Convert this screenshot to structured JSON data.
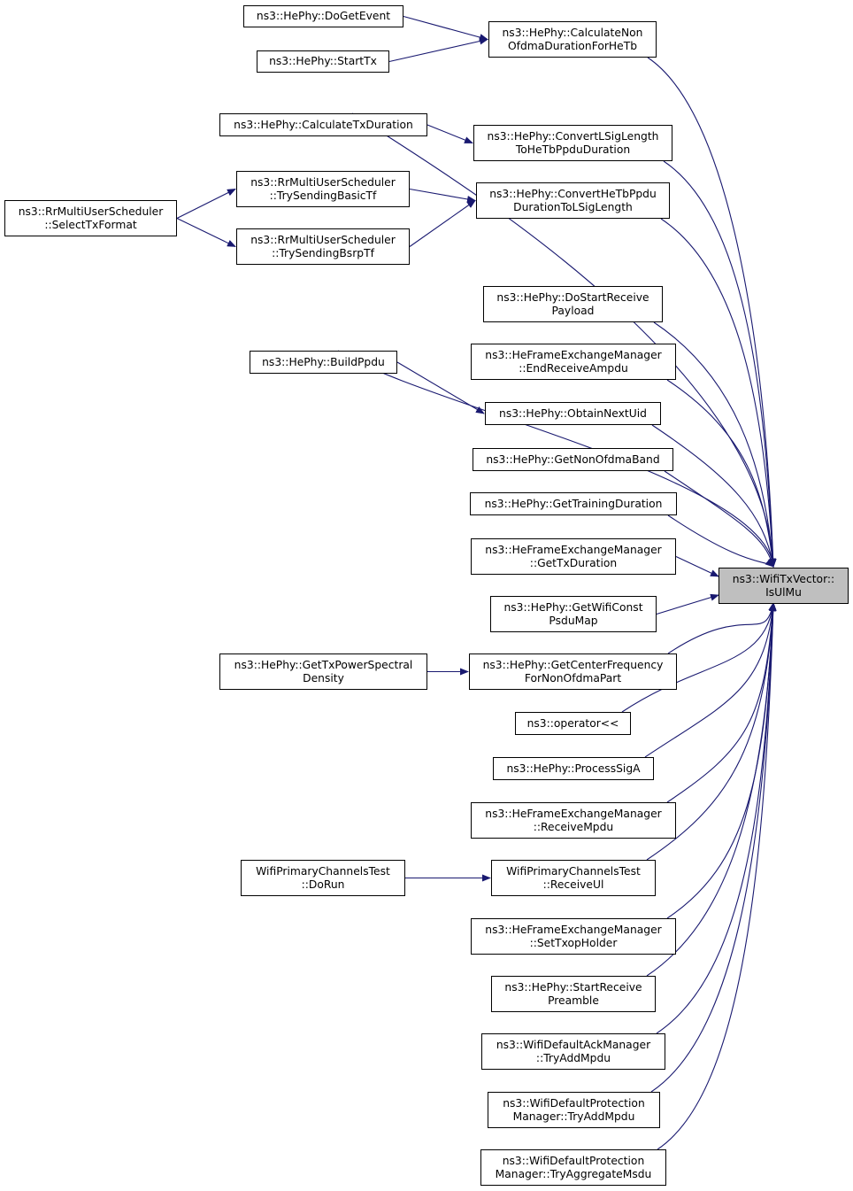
{
  "colors": {
    "edge": "#191970",
    "node_border": "#000000",
    "node_fill": "#ffffff",
    "focus_fill": "#bfbfbf"
  },
  "nodes": {
    "isulmu": {
      "lines": [
        "ns3::WifiTxVector::",
        "IsUlMu"
      ],
      "focus": true
    },
    "calcnonofdma": {
      "lines": [
        "ns3::HePhy::CalculateNon",
        "OfdmaDurationForHeTb"
      ]
    },
    "dogetevent": {
      "lines": [
        "ns3::HePhy::DoGetEvent"
      ]
    },
    "starttx": {
      "lines": [
        "ns3::HePhy::StartTx"
      ]
    },
    "calctxduration": {
      "lines": [
        "ns3::HePhy::CalculateTxDuration"
      ]
    },
    "convertlsig": {
      "lines": [
        "ns3::HePhy::ConvertLSigLength",
        "ToHeTbPpduDuration"
      ]
    },
    "convertheTb": {
      "lines": [
        "ns3::HePhy::ConvertHeTbPpdu",
        "DurationToLSigLength"
      ]
    },
    "trybasictf": {
      "lines": [
        "ns3::RrMultiUserScheduler",
        "::TrySendingBasicTf"
      ]
    },
    "trybsrptf": {
      "lines": [
        "ns3::RrMultiUserScheduler",
        "::TrySendingBsrpTf"
      ]
    },
    "selecttxformat": {
      "lines": [
        "ns3::RrMultiUserScheduler",
        "::SelectTxFormat"
      ]
    },
    "buildppdu": {
      "lines": [
        "ns3::HePhy::BuildPpdu"
      ]
    },
    "dostartreceive": {
      "lines": [
        "ns3::HePhy::DoStartReceive",
        "Payload"
      ]
    },
    "endreceiveampdu": {
      "lines": [
        "ns3::HeFrameExchangeManager",
        "::EndReceiveAmpdu"
      ]
    },
    "obtainnextuid": {
      "lines": [
        "ns3::HePhy::ObtainNextUid"
      ]
    },
    "getnonofdmaband": {
      "lines": [
        "ns3::HePhy::GetNonOfdmaBand"
      ]
    },
    "gettrainingduration": {
      "lines": [
        "ns3::HePhy::GetTrainingDuration"
      ]
    },
    "gettxduration": {
      "lines": [
        "ns3::HeFrameExchangeManager",
        "::GetTxDuration"
      ]
    },
    "getwificonst": {
      "lines": [
        "ns3::HePhy::GetWifiConst",
        "PsduMap"
      ]
    },
    "getcenterfreq": {
      "lines": [
        "ns3::HePhy::GetCenterFrequency",
        "ForNonOfdmaPart"
      ]
    },
    "gettxpower": {
      "lines": [
        "ns3::HePhy::GetTxPowerSpectral",
        "Density"
      ]
    },
    "operator": {
      "lines": [
        "ns3::operator<<"
      ]
    },
    "processsiga": {
      "lines": [
        "ns3::HePhy::ProcessSigA"
      ]
    },
    "receivempdu": {
      "lines": [
        "ns3::HeFrameExchangeManager",
        "::ReceiveMpdu"
      ]
    },
    "receiveul": {
      "lines": [
        "WifiPrimaryChannelsTest",
        "::ReceiveUl"
      ]
    },
    "dorun": {
      "lines": [
        "WifiPrimaryChannelsTest",
        "::DoRun"
      ]
    },
    "settxopholder": {
      "lines": [
        "ns3::HeFrameExchangeManager",
        "::SetTxopHolder"
      ]
    },
    "startreceivepreamble": {
      "lines": [
        "ns3::HePhy::StartReceive",
        "Preamble"
      ]
    },
    "ackmanager": {
      "lines": [
        "ns3::WifiDefaultAckManager",
        "::TryAddMpdu"
      ]
    },
    "protectionaddmpdu": {
      "lines": [
        "ns3::WifiDefaultProtection",
        "Manager::TryAddMpdu"
      ]
    },
    "protectionaggmsdu": {
      "lines": [
        "ns3::WifiDefaultProtection",
        "Manager::TryAggregateMsdu"
      ]
    }
  },
  "edges": [
    [
      "dogetevent",
      "calcnonofdma"
    ],
    [
      "starttx",
      "calcnonofdma"
    ],
    [
      "calcnonofdma",
      "isulmu"
    ],
    [
      "calctxduration",
      "isulmu"
    ],
    [
      "calctxduration",
      "convertlsig"
    ],
    [
      "convertlsig",
      "isulmu"
    ],
    [
      "trybasictf",
      "convertheTb"
    ],
    [
      "trybsrptf",
      "convertheTb"
    ],
    [
      "convertheTb",
      "isulmu"
    ],
    [
      "selecttxformat",
      "trybasictf"
    ],
    [
      "selecttxformat",
      "trybsrptf"
    ],
    [
      "buildppdu",
      "isulmu"
    ],
    [
      "buildppdu",
      "obtainnextuid"
    ],
    [
      "dostartreceive",
      "isulmu"
    ],
    [
      "endreceiveampdu",
      "isulmu"
    ],
    [
      "obtainnextuid",
      "isulmu"
    ],
    [
      "getnonofdmaband",
      "isulmu"
    ],
    [
      "gettrainingduration",
      "isulmu"
    ],
    [
      "gettxduration",
      "isulmu"
    ],
    [
      "getwificonst",
      "isulmu"
    ],
    [
      "getcenterfreq",
      "isulmu"
    ],
    [
      "gettxpower",
      "getcenterfreq"
    ],
    [
      "operator",
      "isulmu"
    ],
    [
      "processsiga",
      "isulmu"
    ],
    [
      "receivempdu",
      "isulmu"
    ],
    [
      "receiveul",
      "isulmu"
    ],
    [
      "dorun",
      "receiveul"
    ],
    [
      "settxopholder",
      "isulmu"
    ],
    [
      "startreceivepreamble",
      "isulmu"
    ],
    [
      "ackmanager",
      "isulmu"
    ],
    [
      "protectionaddmpdu",
      "isulmu"
    ],
    [
      "protectionaggmsdu",
      "isulmu"
    ]
  ]
}
